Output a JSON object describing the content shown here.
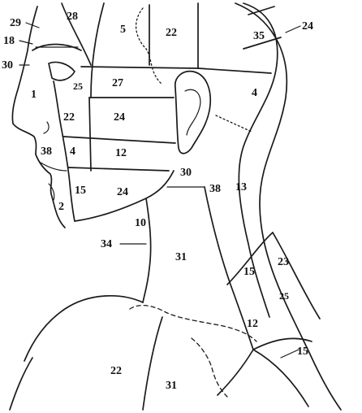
{
  "regions": [
    {
      "id": "r1",
      "label": "29"
    },
    {
      "id": "r2",
      "label": "28"
    },
    {
      "id": "r3",
      "label": "18"
    },
    {
      "id": "r4",
      "label": "30"
    },
    {
      "id": "r5",
      "label": "1"
    },
    {
      "id": "r6",
      "label": "25"
    },
    {
      "id": "r7",
      "label": "27"
    },
    {
      "id": "r8",
      "label": "22"
    },
    {
      "id": "r9",
      "label": "24"
    },
    {
      "id": "r10",
      "label": "38"
    },
    {
      "id": "r11",
      "label": "4"
    },
    {
      "id": "r12",
      "label": "12"
    },
    {
      "id": "r13",
      "label": "15"
    },
    {
      "id": "r14",
      "label": "24"
    },
    {
      "id": "r15",
      "label": "2"
    },
    {
      "id": "r16",
      "label": "5"
    },
    {
      "id": "r17",
      "label": "22"
    },
    {
      "id": "r18",
      "label": "35"
    },
    {
      "id": "r19",
      "label": "24"
    },
    {
      "id": "r20",
      "label": "4"
    },
    {
      "id": "r21",
      "label": "30"
    },
    {
      "id": "r22",
      "label": "38"
    },
    {
      "id": "r23",
      "label": "13"
    },
    {
      "id": "r24",
      "label": "10"
    },
    {
      "id": "r25",
      "label": "34"
    },
    {
      "id": "r26",
      "label": "31"
    },
    {
      "id": "r27",
      "label": "15"
    },
    {
      "id": "r28",
      "label": "23"
    },
    {
      "id": "r29",
      "label": "25"
    },
    {
      "id": "r30",
      "label": "12"
    },
    {
      "id": "r31",
      "label": "15"
    },
    {
      "id": "r32",
      "label": "22"
    },
    {
      "id": "r33",
      "label": "31"
    }
  ]
}
